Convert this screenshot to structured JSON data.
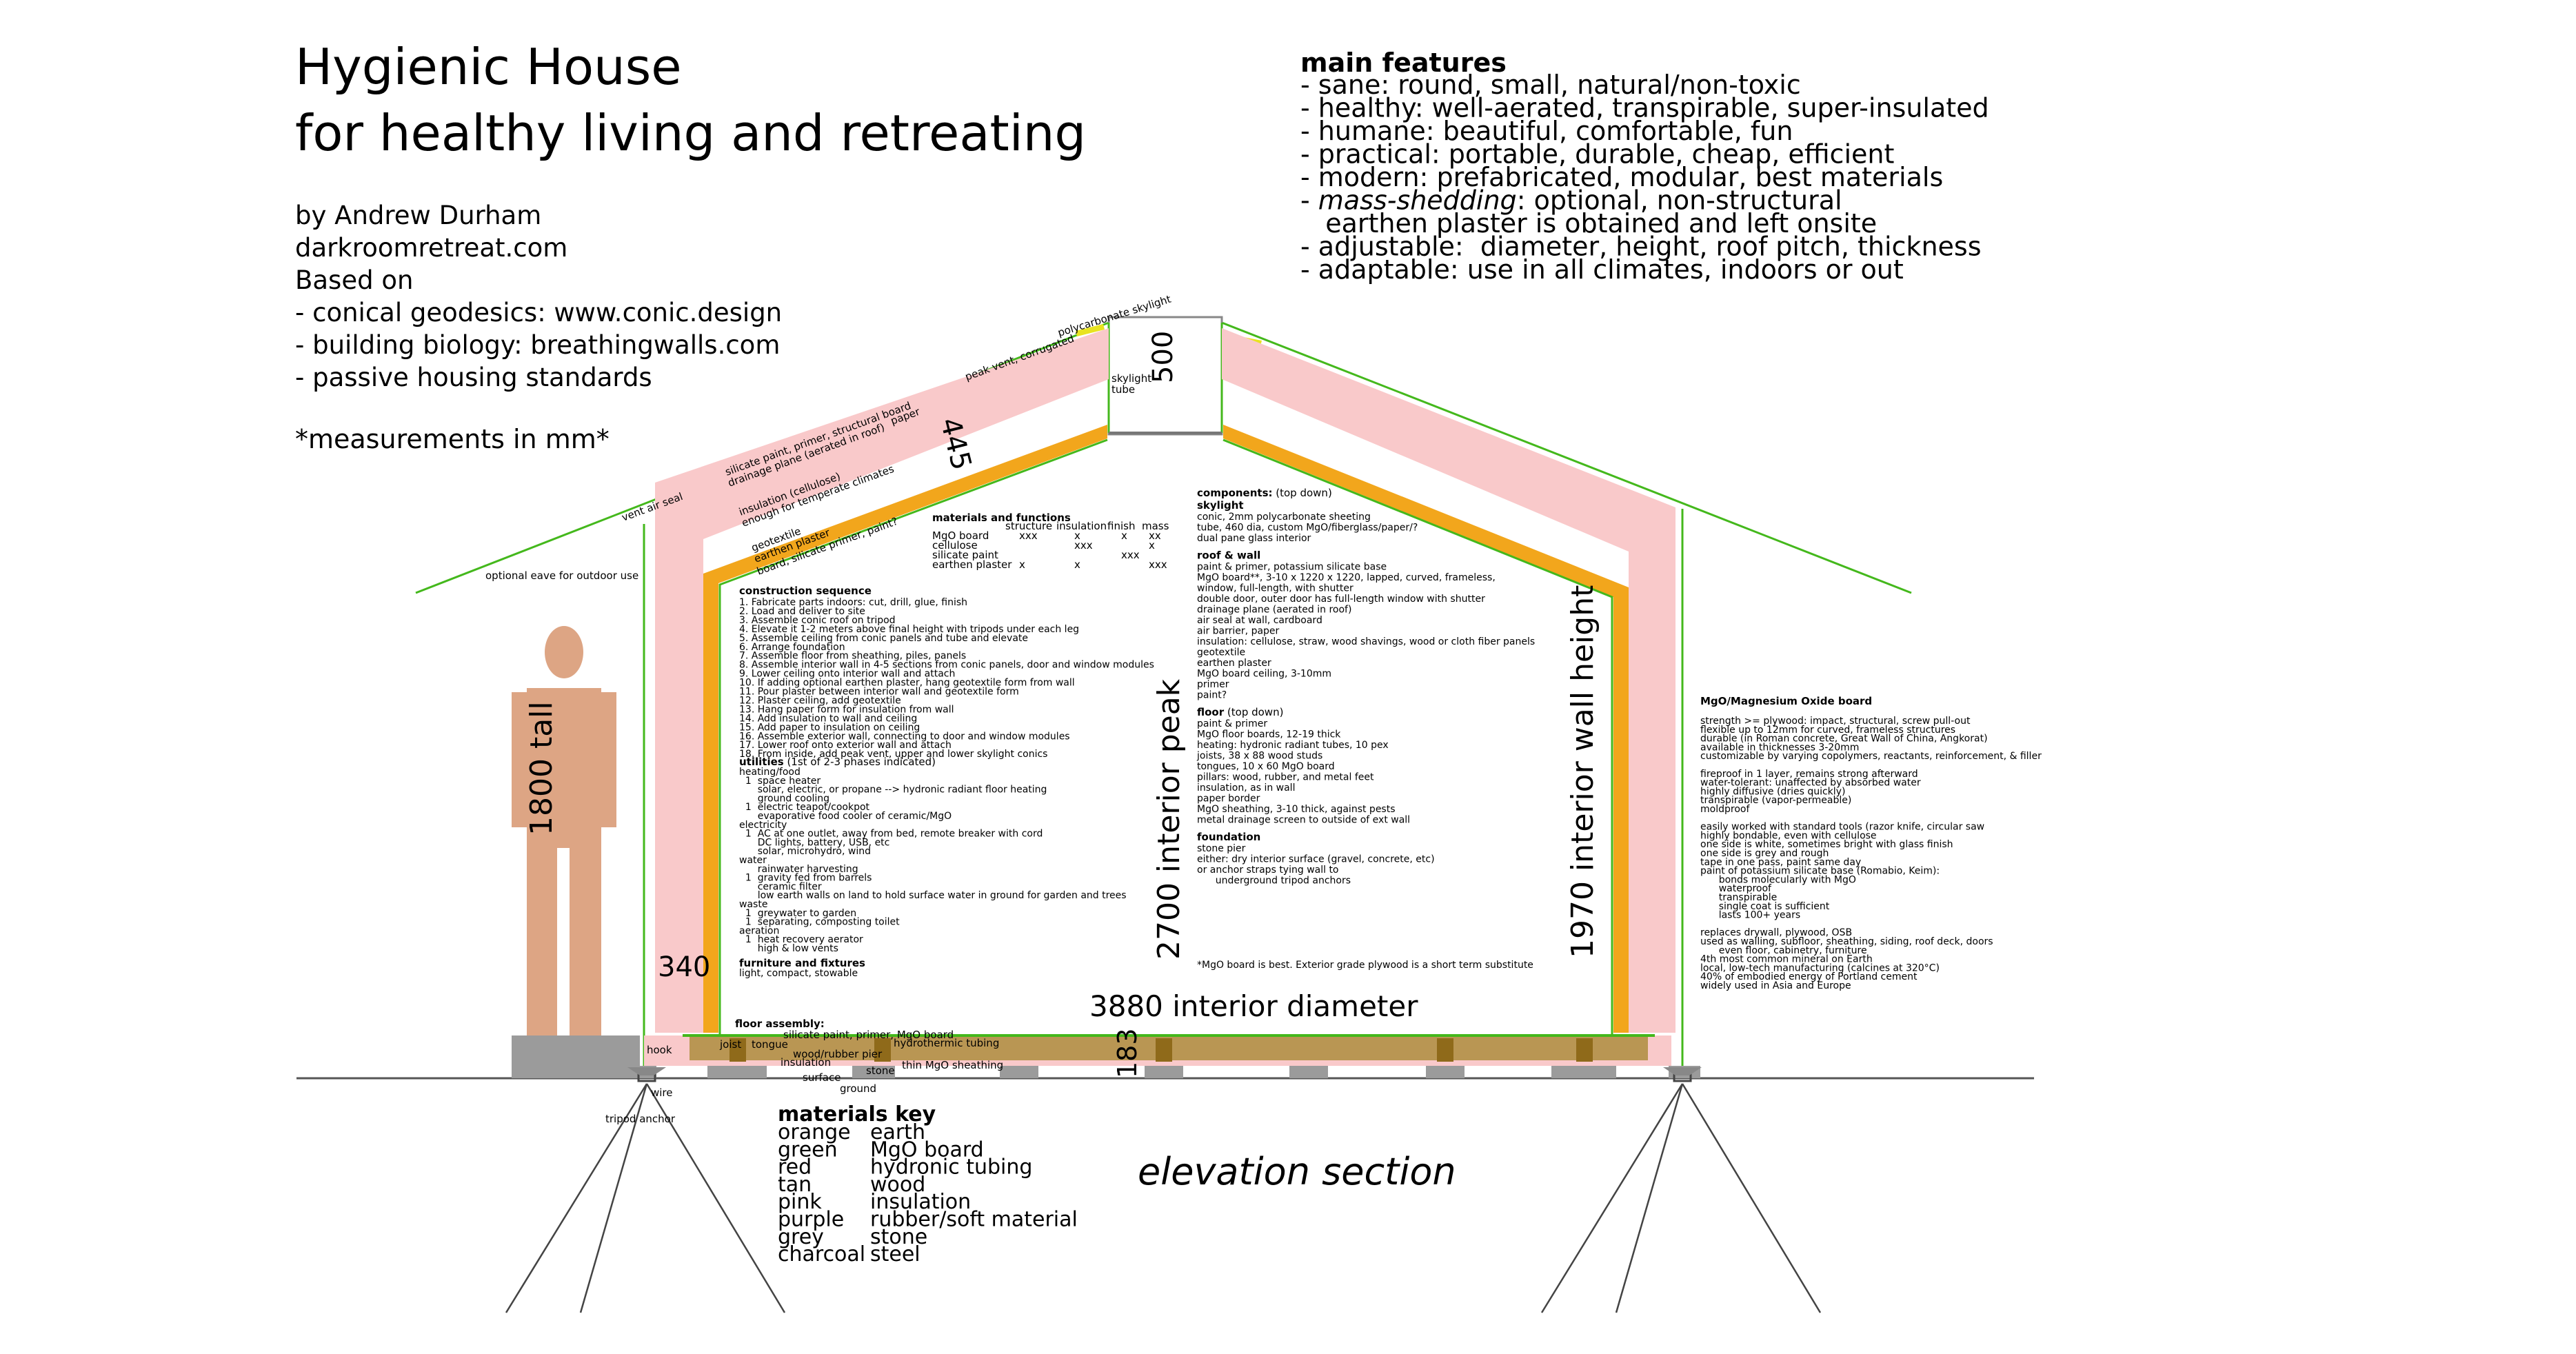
{
  "header": {
    "title_line1": "Hygienic House",
    "title_line2": "for healthy living and retreating",
    "credits": [
      "by Andrew Durham",
      "darkroomretreat.com",
      "Based on",
      "- conical geodesics: www.conic.design",
      "- building biology: breathingwalls.com",
      "- passive housing standards"
    ],
    "note": "*measurements in mm*"
  },
  "features": {
    "heading": "main features",
    "items": [
      {
        "a": "- sane: round, small, natural/non-toxic"
      },
      {
        "a": "- healthy: well-aerated, transpirable, super-insulated"
      },
      {
        "a": "- humane: beautiful, comfortable, fun"
      },
      {
        "a": "- practical: portable, durable, cheap, efficient"
      },
      {
        "a": "- modern: prefabricated, modular, best materials"
      },
      {
        "a": "- ",
        "em": "mass-shedding",
        "b": ": optional, non-structural"
      },
      {
        "a": "   earthen plaster is obtained and left onsite"
      },
      {
        "a": "- adjustable:  diameter, height, roof pitch, thickness"
      },
      {
        "a": "- adaptable: use in all climates, indoors or out"
      }
    ]
  },
  "dimensions": {
    "skylight": "500",
    "roof_thickness": "445",
    "wall_thickness": "340",
    "person_height": "1800 tall",
    "interior_peak": "2700 interior peak",
    "wall_height": "1970 interior wall height",
    "diameter": "3880 interior diameter",
    "floor": "183"
  },
  "labels": {
    "polycarbonate_skylight": "polycarbonate skylight",
    "peak_vent": "peak vent, corrugated",
    "skylight_tube_1": "skylight",
    "skylight_tube_2": "tube",
    "silicate_paint": "silicate paint, primer, structural board",
    "drainage_plane": "drainage plane (aerated in roof)",
    "paper": "paper",
    "insulation_1": "insulation (cellulose)",
    "insulation_2": "enough for temperate climates",
    "geotextile": "geotextile",
    "earthen_plaster": "earthen plaster",
    "board_silicate": "board, silicate primer, paint?",
    "vent_air_seal": "vent air seal",
    "optional_eave": "optional eave for outdoor use",
    "hook": "hook",
    "joist": "joist",
    "tongue": "tongue",
    "wood_rubber_pier": "wood/rubber pier",
    "insulation": "insulation",
    "surface": "surface",
    "stone": "stone",
    "thin_mgo": "thin MgO sheathing",
    "ground": "ground",
    "wire": "wire",
    "tripod_anchor": "tripod anchor",
    "floor_assembly": "floor assembly:",
    "silicate_floor": "silicate paint, primer, MgO board",
    "hydrothermic": "hydrothermic tubing",
    "elevation_section": "elevation section"
  },
  "materials_table": {
    "title": "materials and functions",
    "headers": [
      "structure",
      "insulation",
      "finish",
      "mass"
    ],
    "rows": [
      {
        "name": "MgO board",
        "marks": [
          "xxx",
          "x",
          "x",
          "xx"
        ]
      },
      {
        "name": "cellulose",
        "marks": [
          "",
          "xxx",
          "",
          "x"
        ]
      },
      {
        "name": "silicate paint",
        "marks": [
          "",
          "",
          "xxx",
          ""
        ]
      },
      {
        "name": "earthen plaster",
        "marks": [
          "x",
          "x",
          "",
          "xxx"
        ]
      }
    ]
  },
  "construction": {
    "heading": "construction sequence",
    "items": [
      "1. Fabricate parts indoors: cut, drill, glue, finish",
      "2. Load and deliver to site",
      "3. Assemble conic roof on tripod",
      "4. Elevate it 1-2 meters above final height with tripods under each leg",
      "5. Assemble ceiling from conic panels and tube and elevate",
      "6. Arrange foundation",
      "7. Assemble floor from sheathing, piles, panels",
      "8. Assemble interior wall in 4-5 sections from conic panels, door and window modules",
      "9. Lower ceiling onto interior wall and attach",
      "10. If adding optional earthen plaster, hang geotextile form from wall",
      "11. Pour plaster between interior wall and geotextile form",
      "12. Plaster ceiling, add geotextile",
      "13. Hang paper form for insulation from wall",
      "14. Add insulation to wall and ceiling",
      "15. Add paper to insulation on ceiling",
      "16. Assemble exterior wall, connecting to door and window modules",
      "17. Lower roof onto exterior wall and attach",
      "18. From inside, add peak vent, upper and lower skylight conics"
    ]
  },
  "utilities": {
    "heading": "utilities",
    "heading_note": " (1st of 2-3 phases indicated)",
    "lines": [
      "heating/food",
      "  1  space heater",
      "      solar, electric, or propane --> hydronic radiant floor heating",
      "      ground cooling",
      "  1  electric teapot/cookpot",
      "      evaporative food cooler of ceramic/MgO",
      "electricity",
      "  1  AC at one outlet, away from bed, remote breaker with cord",
      "      DC lights, battery, USB, etc",
      "      solar, microhydro, wind",
      "water",
      "      rainwater harvesting",
      "  1  gravity fed from barrels",
      "      ceramic filter",
      "      low earth walls on land to hold surface water in ground for garden and trees",
      "waste",
      "  1  greywater to garden",
      "  1  separating, composting toilet",
      "aeration",
      "  1  heat recovery aerator",
      "      high & low vents"
    ],
    "furniture_heading": "furniture and fixtures",
    "furniture_text": "light, compact, stowable"
  },
  "components": {
    "heading": "components:",
    "heading_note": " (top down)",
    "sections": [
      {
        "title": "skylight",
        "lines": [
          "conic, 2mm polycarbonate sheeting",
          "tube, 460 dia, custom MgO/fiberglass/paper/?",
          "dual pane glass interior"
        ]
      },
      {
        "title": "roof & wall",
        "lines": [
          "paint & primer, potassium silicate base",
          "MgO board**, 3-10 x 1220 x 1220, lapped, curved, frameless,",
          "window, full-length, with shutter",
          "double door, outer door has full-length window with shutter",
          "drainage plane (aerated in roof)",
          "air seal at wall, cardboard",
          "air barrier, paper",
          "insulation: cellulose, straw, wood shavings, wood or cloth fiber panels",
          "geotextile",
          "earthen plaster",
          "MgO board ceiling, 3-10mm",
          "primer",
          "paint?"
        ]
      },
      {
        "title": "floor",
        "title_note": " (top down)",
        "lines": [
          "paint & primer",
          "MgO floor boards, 12-19 thick",
          "heating: hydronic radiant tubes, 10 pex",
          "joists, 38 x 88 wood studs",
          "tongues, 10 x 60 MgO board",
          "pillars: wood, rubber, and metal feet",
          "insulation, as in wall",
          "paper border",
          "MgO sheathing, 3-10 thick, against pests",
          "metal drainage screen to outside of ext wall"
        ]
      },
      {
        "title": "foundation",
        "lines": [
          "stone pier",
          "either: dry interior surface (gravel, concrete, etc)",
          "or anchor straps tying wall to",
          "      underground tripod anchors"
        ]
      }
    ],
    "footnote": "*MgO board is best. Exterior grade plywood is a short term substitute"
  },
  "mgo": {
    "heading": "MgO/Magnesium Oxide board",
    "lines": [
      "strength >= plywood: impact, structural, screw pull-out",
      "flexible up to 12mm for curved, frameless structures",
      "durable (in Roman concrete, Great Wall of China, Angkorat)",
      "available in thicknesses 3-20mm",
      "customizable by varying copolymers, reactants, reinforcement, & filler",
      "",
      "fireproof in 1 layer, remains strong afterward",
      "water-tolerant: unaffected by absorbed water",
      "highly diffusive (dries quickly)",
      "transpirable (vapor-permeable)",
      "moldproof",
      "",
      "easily worked with standard tools (razor knife, circular saw",
      "highly bondable, even with cellulose",
      "one side is white, sometimes bright with glass finish",
      "one side is grey and rough",
      "tape in one pass, paint same day",
      "paint of potassium silicate base (Romabio, Keim):",
      "      bonds molecularly with MgO",
      "      waterproof",
      "      transpirable",
      "      single coat is sufficient",
      "      lasts 100+ years",
      "",
      "replaces drywall, plywood, OSB",
      "used as walling, subfloor, sheathing, siding, roof deck, doors",
      "      even floor, cabinetry, furniture",
      "4th most common mineral on Earth",
      "local, low-tech manufacturing (calcines at 320°C)",
      "40% of embodied energy of Portland cement",
      "widely used in Asia and Europe"
    ]
  },
  "materials_key": {
    "heading": "materials key",
    "rows": [
      {
        "color": "orange",
        "material": "earth"
      },
      {
        "color": "green",
        "material": "MgO board"
      },
      {
        "color": "red",
        "material": "hydronic tubing"
      },
      {
        "color": "tan",
        "material": "wood"
      },
      {
        "color": "pink",
        "material": "insulation"
      },
      {
        "color": "purple",
        "material": "rubber/soft material"
      },
      {
        "color": "grey",
        "material": "stone"
      },
      {
        "color": "charcoal",
        "material": "steel"
      }
    ]
  },
  "colors": {
    "roof_green": "#44b81c",
    "insulation_pink": "#f9c9ca",
    "earth_orange": "#f2a61c",
    "wood_tan": "#b99653",
    "wood_dark": "#8f6a1a",
    "stone_grey": "#9b9b9b",
    "steel_charcoal": "#444444",
    "person_skin": "#dda584",
    "skylight_yellow": "#e8e320"
  }
}
